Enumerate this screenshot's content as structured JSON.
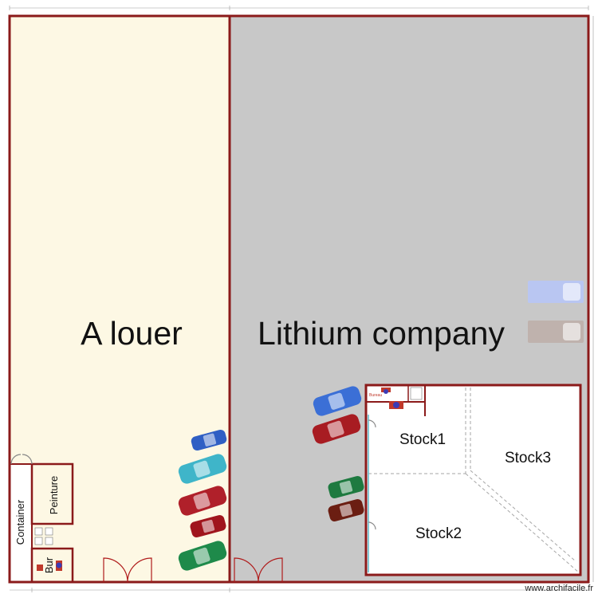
{
  "plan": {
    "rooms": {
      "a_louer": "A louer",
      "lithium": "Lithium company",
      "stock1": "Stock1",
      "stock2": "Stock2",
      "stock3": "Stock3",
      "container": "Container",
      "peinture": "Peinture",
      "bur": "Bur",
      "bureau_small": "Bureau"
    },
    "credit": "www.archifacile.fr"
  },
  "colors": {
    "wall": "#8b1a1a",
    "left_floor": "#fdf8e4",
    "right_floor": "#c8c8c8",
    "room_floor": "#ffffff"
  },
  "vehicles": {
    "cars": [
      {
        "name": "car-blue-left",
        "color": "#2f5fc4"
      },
      {
        "name": "car-cyan-left",
        "color": "#3fb5c9"
      },
      {
        "name": "car-red-left-1",
        "color": "#b0202a"
      },
      {
        "name": "car-red-left-2",
        "color": "#a0151d"
      },
      {
        "name": "car-green-left",
        "color": "#1e8a4a"
      },
      {
        "name": "car-blue-right",
        "color": "#3b6fd6"
      },
      {
        "name": "car-red-right",
        "color": "#a81c22"
      },
      {
        "name": "car-green-right",
        "color": "#1e7a40"
      },
      {
        "name": "car-brown-right",
        "color": "#6b1e12"
      }
    ],
    "vans": [
      {
        "name": "van-blue",
        "color": "#b9c6f2"
      },
      {
        "name": "van-grey",
        "color": "#bfb2ad"
      }
    ]
  }
}
